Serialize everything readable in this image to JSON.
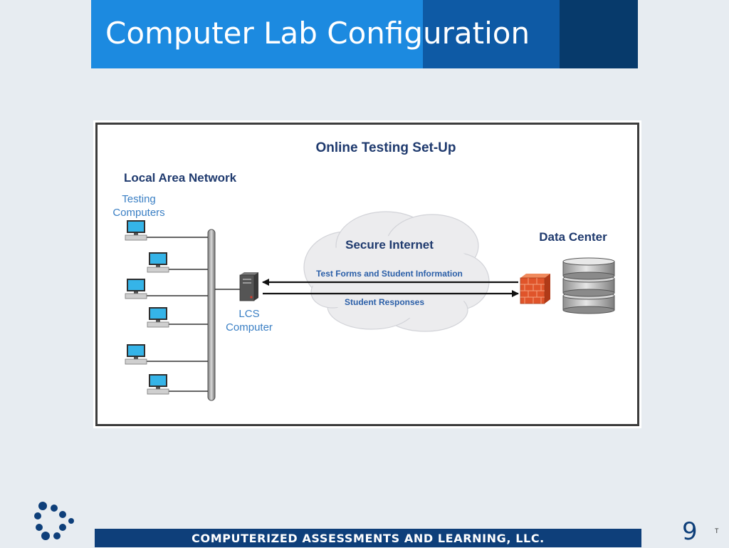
{
  "slide": {
    "title": "Computer Lab Configuration",
    "page_number": "9",
    "corner_mark": "T"
  },
  "footer": {
    "text": "COMPUTERIZED ASSESSMENTS AND LEARNING, LLC."
  },
  "diagram": {
    "title": "Online Testing Set-Up",
    "lan_label": "Local Area Network",
    "testing_label_line1": "Testing",
    "testing_label_line2": "Computers",
    "lcs_label_line1": "LCS",
    "lcs_label_line2": "Computer",
    "cloud_label": "Secure Internet",
    "arrow_top_label": "Test Forms and Student Information",
    "arrow_bottom_label": "Student Responses",
    "datacenter_label": "Data Center",
    "testing_computer_count": 6
  },
  "colors": {
    "title_blue": "#1c8ae0",
    "title_mid": "#0e5aa5",
    "title_dark": "#073a6b",
    "footer_navy": "#0e3f7a",
    "diagram_heading": "#1f3a6e",
    "label_blue": "#3a7fc4",
    "firewall": "#e0542a"
  }
}
